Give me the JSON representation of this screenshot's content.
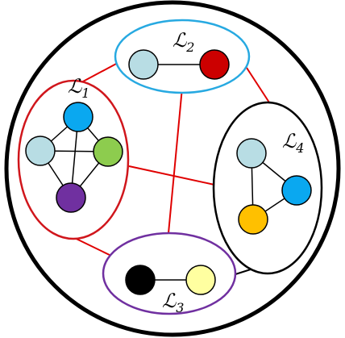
{
  "diagram": {
    "layers": [
      {
        "id": "L1",
        "symbol": "ℒ",
        "subscript": "1",
        "border_color": "#d0161c",
        "nodes": [
          {
            "name": "blue-node",
            "color": "#0aa8f0"
          },
          {
            "name": "light-blue-node",
            "color": "#b8dde4"
          },
          {
            "name": "green-node",
            "color": "#8dcc4e"
          },
          {
            "name": "purple-node",
            "color": "#7030a0"
          }
        ]
      },
      {
        "id": "L2",
        "symbol": "ℒ",
        "subscript": "2",
        "border_color": "#27a9e1",
        "nodes": [
          {
            "name": "light-blue-node",
            "color": "#b8dde4"
          },
          {
            "name": "red-node",
            "color": "#cc0000"
          }
        ]
      },
      {
        "id": "L3",
        "symbol": "ℒ",
        "subscript": "3",
        "border_color": "#7030a0",
        "nodes": [
          {
            "name": "black-node",
            "color": "#000000"
          },
          {
            "name": "light-yellow-node",
            "color": "#ffffa0"
          }
        ]
      },
      {
        "id": "L4",
        "symbol": "ℒ",
        "subscript": "4",
        "border_color": "#000000",
        "nodes": [
          {
            "name": "light-blue-node",
            "color": "#b8dde4"
          },
          {
            "name": "blue-node",
            "color": "#0aa8f0"
          },
          {
            "name": "orange-node",
            "color": "#ffc000"
          }
        ]
      }
    ],
    "inter_layer_edge_color": "#e00000",
    "intra_layer_edge_color": "#000000",
    "outer_border_color": "#000000"
  }
}
